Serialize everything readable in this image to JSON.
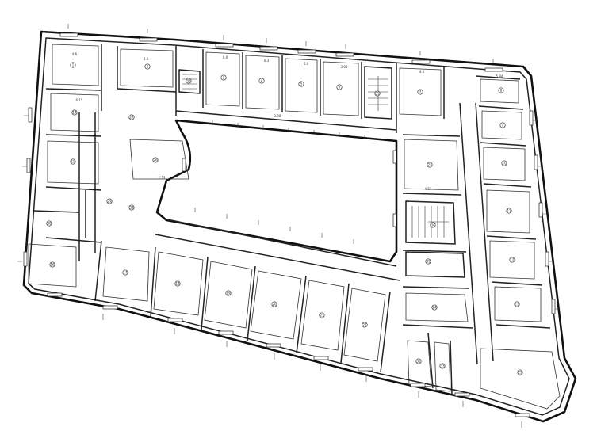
{
  "plan": {
    "dimension_labels": [
      "4.6",
      "4.0",
      "6.0",
      "6.3",
      "6.0",
      "3.00",
      "4.6",
      "5.84",
      "6.15",
      "3.98",
      "4.57",
      "2.33"
    ],
    "room_numbers": [
      "1",
      "2",
      "3",
      "4",
      "5",
      "6",
      "7",
      "8",
      "9",
      "10",
      "11",
      "12",
      "13",
      "14",
      "15",
      "16",
      "17",
      "18",
      "19",
      "20",
      "21",
      "22",
      "23",
      "24",
      "25",
      "26",
      "27",
      "28",
      "29",
      "30",
      "31",
      "32",
      "33",
      "34",
      "35",
      "36"
    ]
  }
}
